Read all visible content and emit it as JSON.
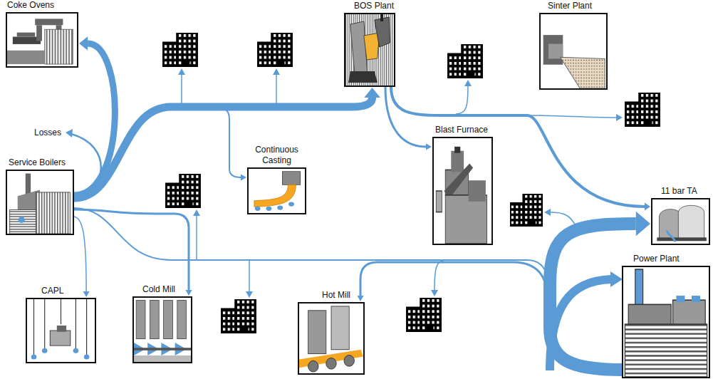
{
  "diagram": {
    "nodes": [
      {
        "text": [
          "Coke Ovens"
        ]
      },
      {
        "text": [
          "BOS Plant"
        ]
      },
      {
        "text": [
          "Sinter Plant"
        ]
      },
      {
        "text": [
          "Service Boilers"
        ]
      },
      {
        "text": [
          "Continuous Casting"
        ]
      },
      {
        "text": [
          "Blast Furnace"
        ]
      },
      {
        "text": [
          "11 bar TA"
        ]
      },
      {
        "text": [
          "Power Plant"
        ]
      },
      {
        "text": [
          "CAPL"
        ]
      },
      {
        "text": [
          "Cold Mill"
        ]
      },
      {
        "text": [
          "Hot Mill"
        ]
      }
    ],
    "edges": [
      {
        "from": 3,
        "to": 0,
        "arrow": "to"
      },
      {
        "from": 3,
        "to": 1,
        "arrow": "to"
      },
      {
        "from": 3,
        "to": 4,
        "arrow": "to"
      },
      {
        "from": 3,
        "to": 8,
        "arrow": "to"
      },
      {
        "from": 3,
        "to": 9,
        "arrow": "to"
      },
      {
        "from": 1,
        "to": 5,
        "arrow": "to"
      },
      {
        "from": 1,
        "to": 6,
        "arrow": "to"
      },
      {
        "from": 7,
        "to": 6,
        "arrow": "to"
      },
      {
        "from": 7,
        "to": 10,
        "arrow": "to"
      }
    ],
    "labels": [
      "Losses"
    ]
  }
}
